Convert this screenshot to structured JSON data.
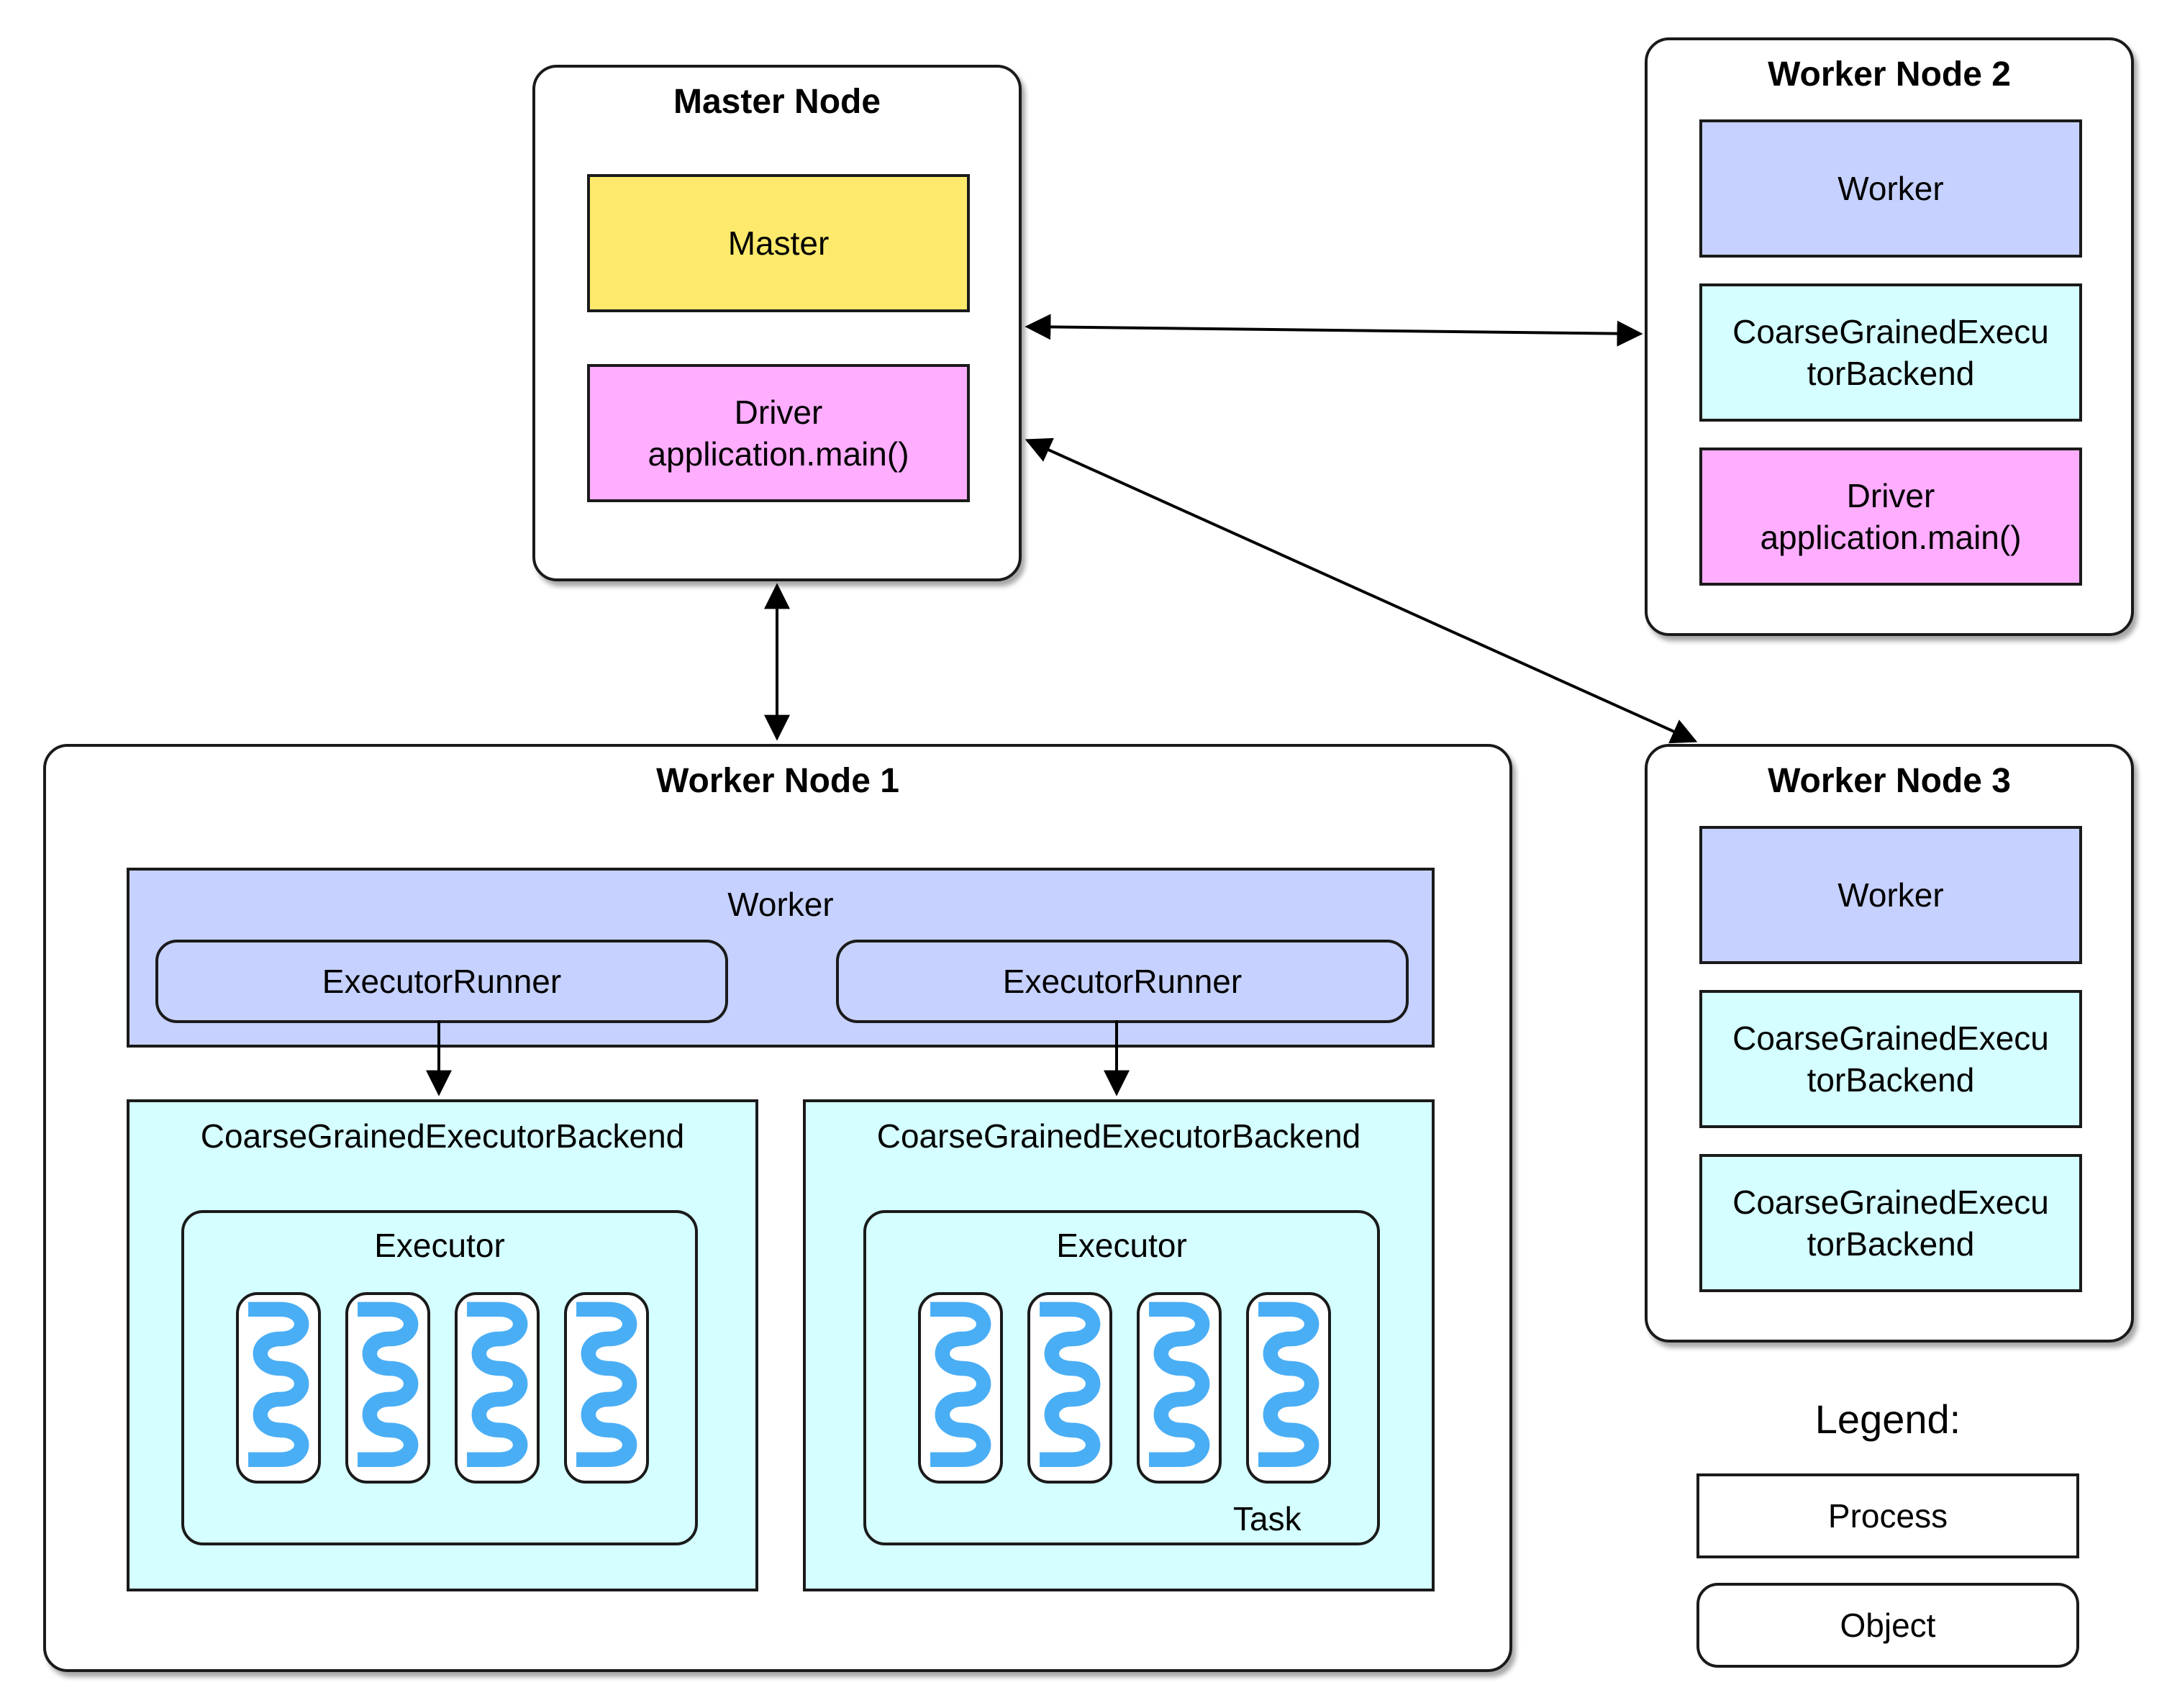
{
  "master_node": {
    "title": "Master Node",
    "master_label": "Master",
    "driver_line1": "Driver",
    "driver_line2": "application.main()"
  },
  "worker_node_1": {
    "title": "Worker Node 1",
    "worker_label": "Worker",
    "executor_runner_1": "ExecutorRunner",
    "executor_runner_2": "ExecutorRunner",
    "backend_1": "CoarseGrainedExecutorBackend",
    "backend_2": "CoarseGrainedExecutorBackend",
    "executor_1": "Executor",
    "executor_2": "Executor",
    "task_label": "Task"
  },
  "worker_node_2": {
    "title": "Worker Node 2",
    "worker_label": "Worker",
    "backend_line1": "CoarseGrainedExecu",
    "backend_line2": "torBackend",
    "driver_line1": "Driver",
    "driver_line2": "application.main()"
  },
  "worker_node_3": {
    "title": "Worker Node 3",
    "worker_label": "Worker",
    "backend_a_line1": "CoarseGrainedExecu",
    "backend_a_line2": "torBackend",
    "backend_b_line1": "CoarseGrainedExecu",
    "backend_b_line2": "torBackend"
  },
  "legend": {
    "title": "Legend:",
    "process_label": "Process",
    "object_label": "Object"
  },
  "colors": {
    "master": "#fdea6c",
    "driver": "#ffadff",
    "worker": "#c6d1ff",
    "backend": "#d4feff",
    "thread": "#4aaef5"
  },
  "icons": {
    "thread": "squiggle-thread-icon"
  }
}
